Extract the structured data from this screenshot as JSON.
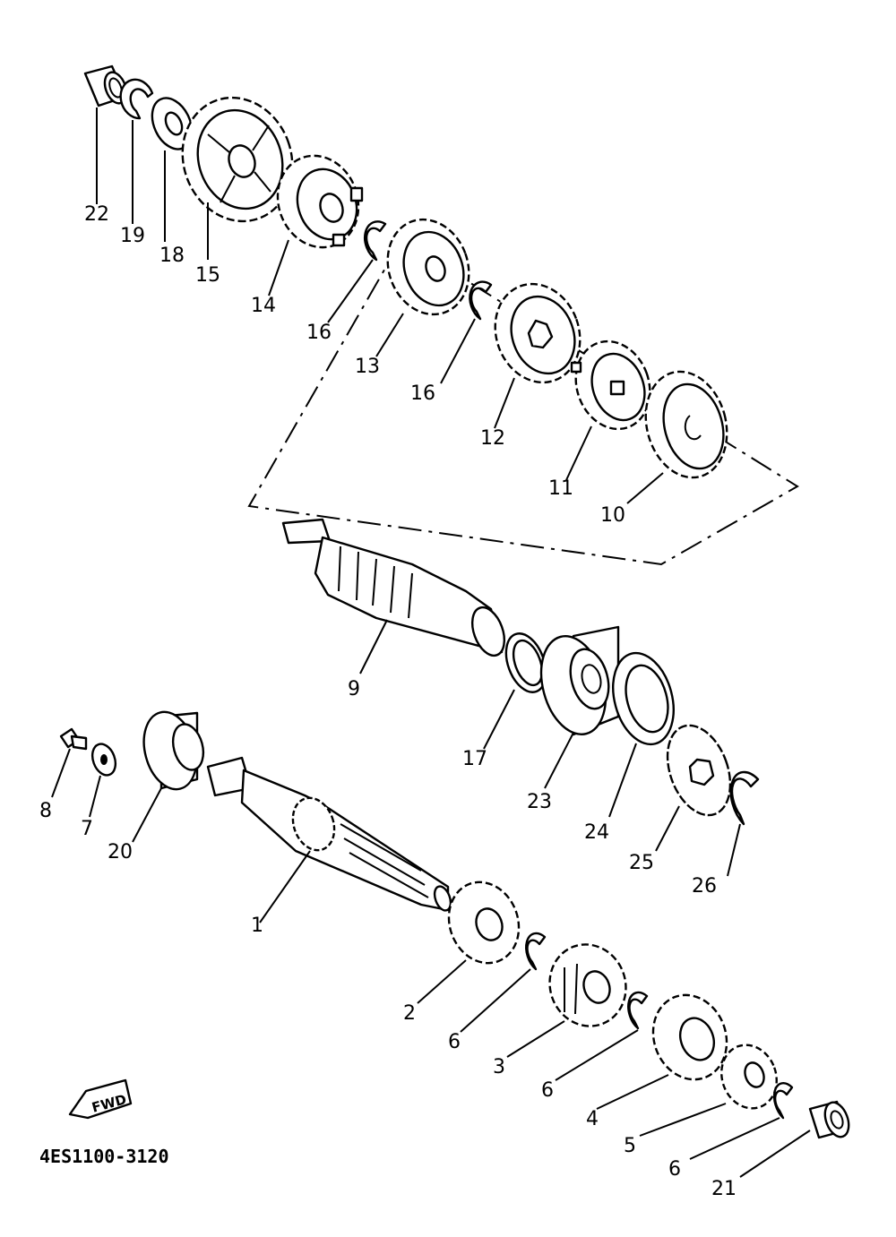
{
  "diagram": {
    "part_code": "4ES1100-3120",
    "fwd_label": "FWD",
    "labels": {
      "l1": "1",
      "l2": "2",
      "l3": "3",
      "l4": "4",
      "l5": "5",
      "l6a": "6",
      "l6b": "6",
      "l6c": "6",
      "l7": "7",
      "l8": "8",
      "l9": "9",
      "l10": "10",
      "l11": "11",
      "l12": "12",
      "l13": "13",
      "l14": "14",
      "l15": "15",
      "l16a": "16",
      "l16b": "16",
      "l17": "17",
      "l18": "18",
      "l19": "19",
      "l20": "20",
      "l21": "21",
      "l22": "22",
      "l23": "23",
      "l24": "24",
      "l25": "25",
      "l26": "26"
    }
  }
}
